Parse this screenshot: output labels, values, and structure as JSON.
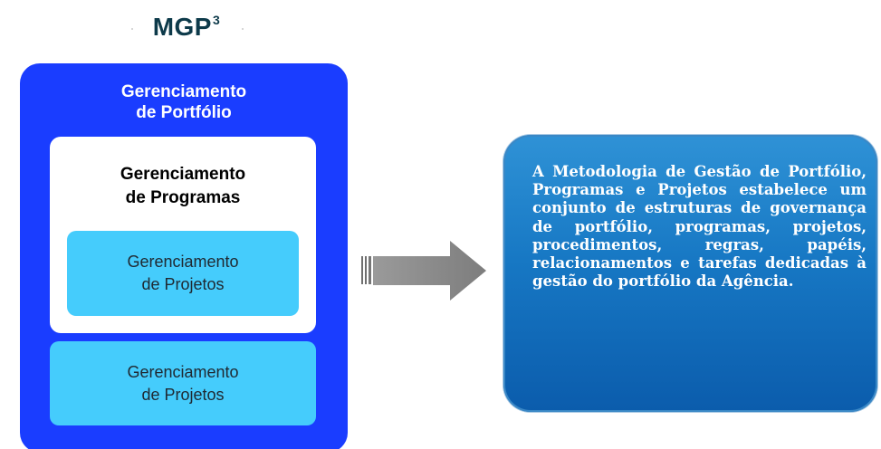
{
  "title": {
    "main": "MGP",
    "superscript": "3"
  },
  "portfolio": {
    "label": "Gerenciamento\nde Portfólio"
  },
  "programs": {
    "label": "Gerenciamento\nde Programas"
  },
  "projects_inner": {
    "label": "Gerenciamento\nde Projetos"
  },
  "projects_outer": {
    "label": "Gerenciamento\nde Projetos"
  },
  "description": {
    "text": "A Metodologia de Gestão de Portfólio, Programas e Projetos estabelece um conjunto de estruturas de governança de portfólio, programas, projetos, procedimentos, regras, papéis, relacionamentos e tarefas dedicadas à gestão do portfólio da Agência."
  },
  "colors": {
    "portfolio_blue": "#1a3dff",
    "project_cyan": "#45ccfc",
    "description_blue": "#1778c4",
    "arrow_gray": "#8a8a8a",
    "title_dark": "#0d3a4a"
  }
}
